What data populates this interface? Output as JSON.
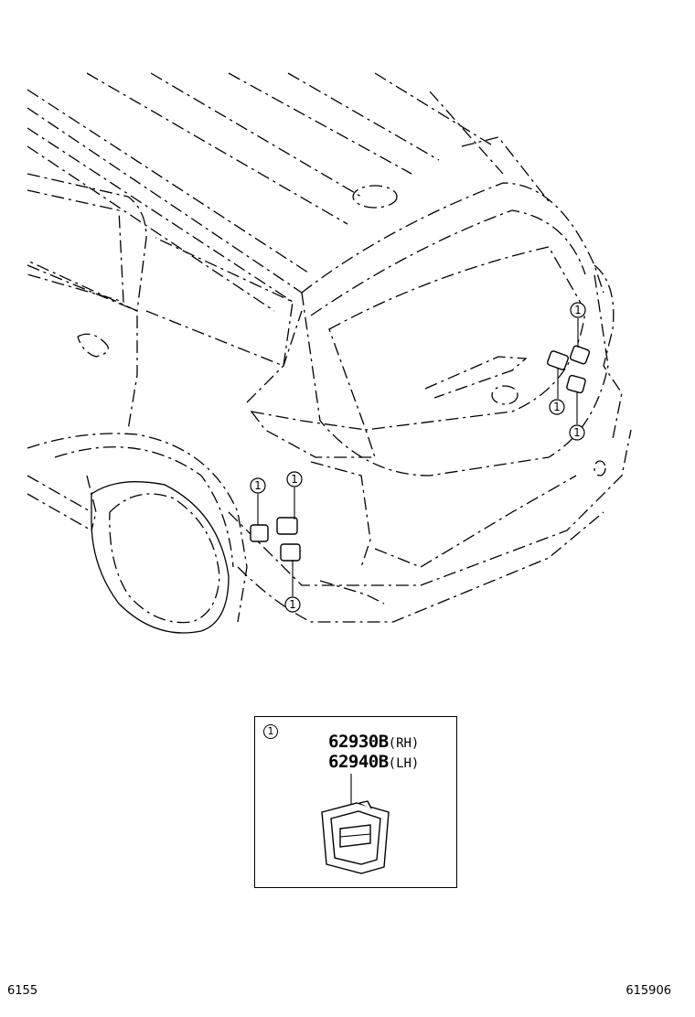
{
  "callout_label": "1",
  "legend": {
    "ref": "1",
    "part_numbers": [
      {
        "number": "62930B",
        "side": "(RH)"
      },
      {
        "number": "62940B",
        "side": "(LH)"
      }
    ]
  },
  "footer": {
    "left_code": "6155",
    "right_code": "615906"
  }
}
